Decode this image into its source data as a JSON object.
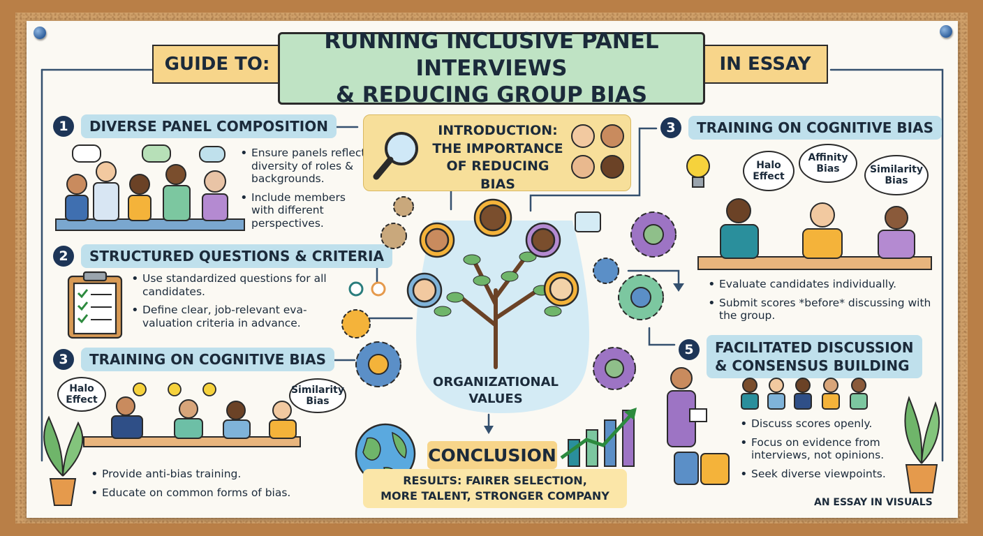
{
  "header": {
    "left_ribbon": "GUIDE TO:",
    "title_line1": "RUNNING INCLUSIVE PANEL INTERVIEWS",
    "title_line2": "& REDUCING GROUP BIAS",
    "right_ribbon": "IN ESSAY"
  },
  "intro": {
    "line1": "INTRODUCTION:",
    "line2": "THE IMPORTANCE",
    "line3": "OF REDUCING BIAS"
  },
  "sections": {
    "s1": {
      "num": "1",
      "title": "DIVERSE PANEL COMPOSITION",
      "bullets": [
        "Ensure panels reflect diversity of roles & backgrounds.",
        "Include members with different perspectives."
      ]
    },
    "s2": {
      "num": "2",
      "title": "STRUCTURED QUESTIONS & CRITERIA",
      "bullets": [
        "Use standardized questions for all candidates.",
        "Define clear, job-relevant eva-valuation criteria in advance."
      ]
    },
    "s3_left": {
      "num": "3",
      "title": "TRAINING ON COGNITIVE BIAS",
      "bubbles": [
        "Halo Effect",
        "Similarity Bias"
      ],
      "bullets": [
        "Provide anti-bias training.",
        "Educate on common forms of bias."
      ]
    },
    "s3_right": {
      "num": "3",
      "title": "TRAINING ON COGNITIVE BIAS",
      "bubbles": [
        "Halo Effect",
        "Affinity Bias",
        "Similarity Bias"
      ],
      "bullets": [
        "Evaluate candidates individually.",
        "Submit scores *before* discussing with the group."
      ]
    },
    "s5": {
      "num": "5",
      "title_line1": "FACILITATED DISCUSSION",
      "title_line2": "& CONSENSUS BUILDING",
      "bullets": [
        "Discuss scores openly.",
        "Focus on evidence from interviews, not opinions.",
        "Seek diverse viewpoints."
      ]
    }
  },
  "center": {
    "values_line1": "ORGANIZATIONAL",
    "values_line2": "VALUES"
  },
  "conclusion": {
    "label": "CONCLUSION",
    "line1": "RESULTS: FAIRER SELECTION,",
    "line2": "MORE TALENT, STRONGER COMPANY"
  },
  "footer": "AN ESSAY IN VISUALS",
  "colors": {
    "paper": "#fbf9f3",
    "pill": "#bfe0ec",
    "title_bg": "#bfe3c4",
    "ribbon": "#f7d58a",
    "navy": "#1d3557"
  }
}
